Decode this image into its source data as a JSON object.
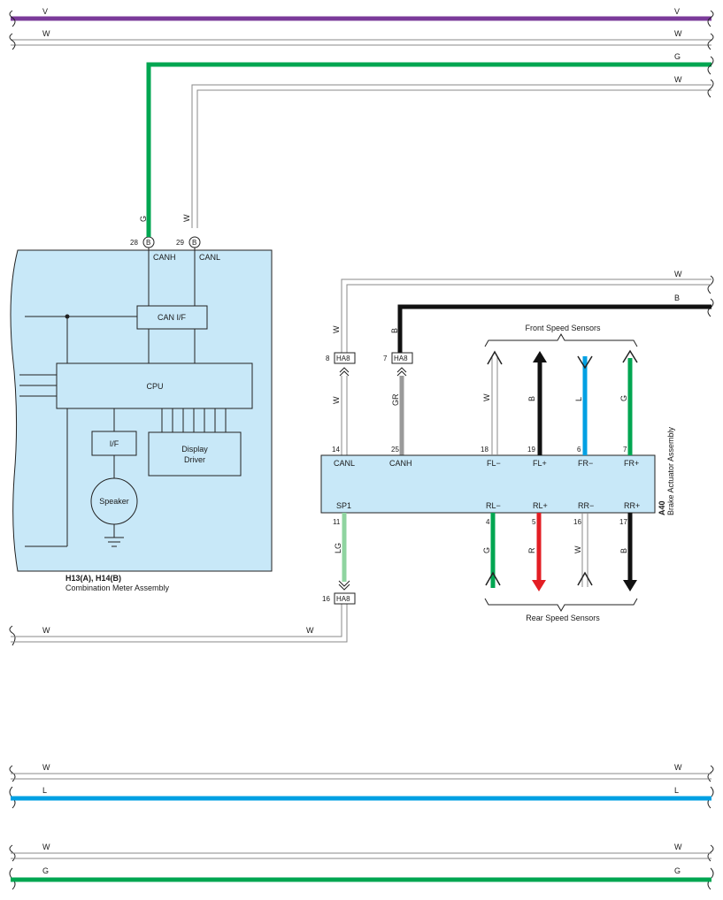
{
  "colors": {
    "V": "#7b3b9a",
    "G": "#00a651",
    "B": "#111111",
    "L": "#00a0e3",
    "R": "#e31e24",
    "GR": "#9a9a9a",
    "LG": "#8fd4a0",
    "W": "#ffffff",
    "module_fill": "#c8e8f8"
  },
  "bus_lines": {
    "top_v": "V",
    "top_w1": "W",
    "top_g": "G",
    "top_w2": "W",
    "mid_w": "W",
    "mid_b": "B",
    "meter_w": "W",
    "bottom_w1": "W",
    "bottom_l": "L",
    "bottom_w2": "W",
    "bottom_g": "G"
  },
  "meter": {
    "name_line1": "H13(A), H14(B)",
    "name_line2": "Combination Meter Assembly",
    "pin_canh": "28",
    "pin_canl": "29",
    "conn_canh": "B",
    "conn_canl": "B",
    "label_canh": "CANH",
    "label_canl": "CANL",
    "wire_canh": "G",
    "wire_canl": "W",
    "can_if": "CAN I/F",
    "cpu": "CPU",
    "if": "I/F",
    "display_driver_1": "Display",
    "display_driver_2": "Driver",
    "speaker": "Speaker"
  },
  "brake": {
    "code": "A40",
    "name": "Brake Actuator Assembly",
    "junction": "HA8",
    "j_canl_pin": "8",
    "j_canh_pin": "7",
    "j_sp1_pin": "16",
    "wire_canl_up": "W",
    "wire_canh_up": "B",
    "wire_canl_dn": "W",
    "wire_canh_dn": "GR",
    "pins_top": [
      {
        "pin": "14",
        "label": "CANL"
      },
      {
        "pin": "25",
        "label": "CANH"
      },
      {
        "pin": "18",
        "label": "FL−"
      },
      {
        "pin": "19",
        "label": "FL+"
      },
      {
        "pin": "6",
        "label": "FR−"
      },
      {
        "pin": "7",
        "label": "FR+"
      }
    ],
    "pins_bottom": [
      {
        "pin": "11",
        "label": "SP1"
      },
      {
        "pin": "4",
        "label": "RL−"
      },
      {
        "pin": "5",
        "label": "RL+"
      },
      {
        "pin": "16",
        "label": "RR−"
      },
      {
        "pin": "17",
        "label": "RR+"
      }
    ],
    "front_wires": [
      "W",
      "B",
      "L",
      "G"
    ],
    "rear_wires": [
      "G",
      "R",
      "W",
      "B"
    ],
    "sp1_wire": "LG",
    "front_label": "Front Speed Sensors",
    "rear_label": "Rear Speed Sensors"
  }
}
